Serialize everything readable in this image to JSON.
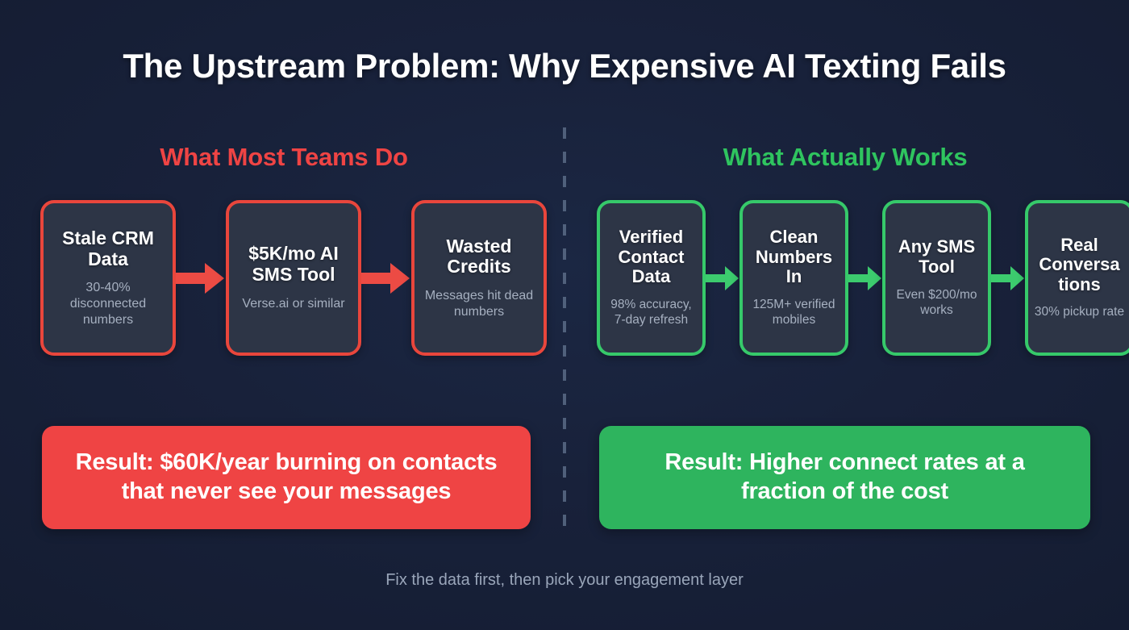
{
  "title": "The Upstream Problem: Why Expensive AI Texting Fails",
  "footer": "Fix the data first, then pick your engagement layer",
  "colors": {
    "background": "#151e34",
    "bad_accent": "#ef4444",
    "good_accent": "#2fc45f",
    "card_fill": "#2d3546",
    "card_border_bad": "#e9463c",
    "card_border_good": "#36c96a",
    "title_text": "#ffffff",
    "subtitle_text": "#a6b0c0",
    "divider": "#5a6b86",
    "footer_text": "#9aa6ba"
  },
  "columns": [
    {
      "heading": "What Most Teams Do",
      "tone": "bad",
      "arrow_icon": "arrow-right-icon",
      "steps": [
        {
          "title": "Stale CRM Data",
          "subtitle": "30-40% disconnected numbers"
        },
        {
          "title": "$5K/mo AI SMS Tool",
          "subtitle": "Verse.ai or similar"
        },
        {
          "title": "Wasted Credits",
          "subtitle": "Messages hit dead numbers"
        }
      ],
      "result": "Result: $60K/year burning on contacts that never see your messages"
    },
    {
      "heading": "What Actually Works",
      "tone": "good",
      "arrow_icon": "arrow-right-icon",
      "steps": [
        {
          "title": "Verified Contact Data",
          "subtitle": "98% accuracy, 7-day refresh"
        },
        {
          "title": "Clean Numbers In",
          "subtitle": "125M+ verified mobiles"
        },
        {
          "title": "Any SMS Tool",
          "subtitle": "Even $200/mo works"
        },
        {
          "title": "Real Conversa tions",
          "subtitle": "30% pickup rate"
        }
      ],
      "result": "Result: Higher connect rates at a fraction of the cost"
    }
  ]
}
